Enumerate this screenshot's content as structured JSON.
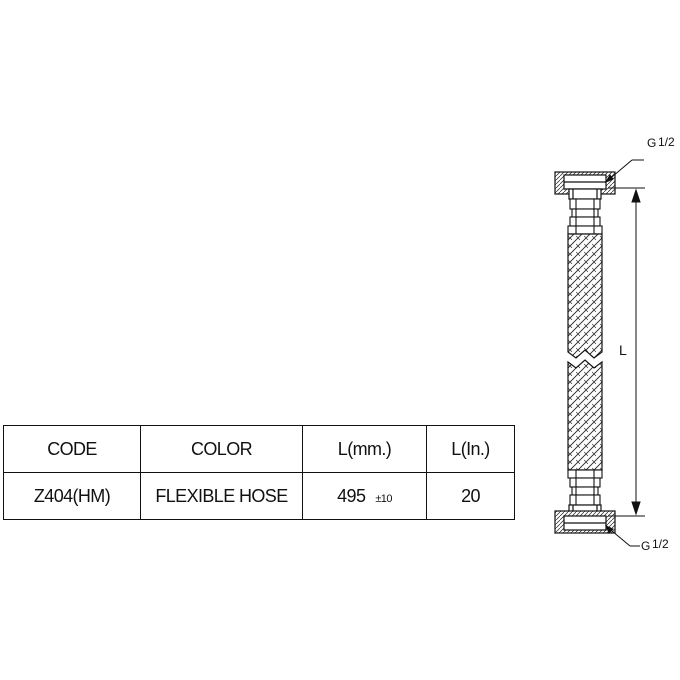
{
  "table": {
    "headers": [
      "CODE",
      "COLOR",
      "L(mm.)",
      "L(In.)"
    ],
    "row": {
      "code": "Z404(HM)",
      "color": "FLEXIBLE HOSE",
      "length_mm": "495",
      "tolerance": "±10",
      "length_in": "20"
    }
  },
  "drawing": {
    "top_thread_label": "G",
    "top_thread_fraction": "1/2",
    "bottom_thread_label": "G",
    "bottom_thread_fraction": "1/2",
    "length_label": "L"
  }
}
